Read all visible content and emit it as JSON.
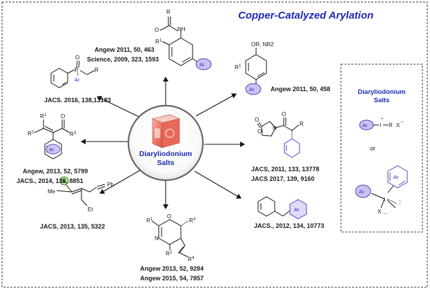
{
  "title": "Copper-Catalyzed Arylation",
  "hub": {
    "line1": "Diaryliodonium",
    "line2": "Salts"
  },
  "side_panel": {
    "title_line1": "Diaryliodonium",
    "title_line2": "Salts",
    "or_label": "or"
  },
  "references": {
    "top_1": "Angew 2011, 50, 463",
    "top_2": "Science, 2009, 323, 1593",
    "upper_left": "JACS. 2016, 138,13183",
    "upper_right": "Angew 2011, 50, 458",
    "mid_left_1": "Angew, 2013, 52, 5799",
    "mid_left_2": "JACS., 2014, 136, 8851",
    "mid_right_1": "JACS, 2011, 133, 13778",
    "mid_right_2": "JACS 2017, 139, 9160",
    "lower_left": "JACS, 2013, 135, 5322",
    "lower_right": "JACS., 2012, 134, 10773",
    "bottom_1": "Angew 2013, 52, 9284",
    "bottom_2": "Angew 2015, 54, 7857"
  },
  "structure_labels": {
    "r": "R",
    "r1": "R",
    "r1_sup": "1",
    "r2": "R",
    "r2_sup": "2",
    "r3": "R",
    "r3_sup": "3",
    "r4": "R",
    "r4_sup": "4",
    "ar": "Ar",
    "nh": "NH",
    "o": "O",
    "n": "N",
    "p": "P",
    "x": "X",
    "me": "Me",
    "et": "Et",
    "ph": "Ph",
    "or_nr2": "OR, NR2",
    "iodine": "I",
    "plus": "+",
    "minus": "−",
    "x_minus": "X"
  },
  "colors": {
    "title": "#1c2bb3",
    "aryl_fill": "#c9c2f0",
    "aryl_stroke": "#5a3fc0",
    "arrow": "#111111",
    "x_fill": "#b9e39a"
  }
}
